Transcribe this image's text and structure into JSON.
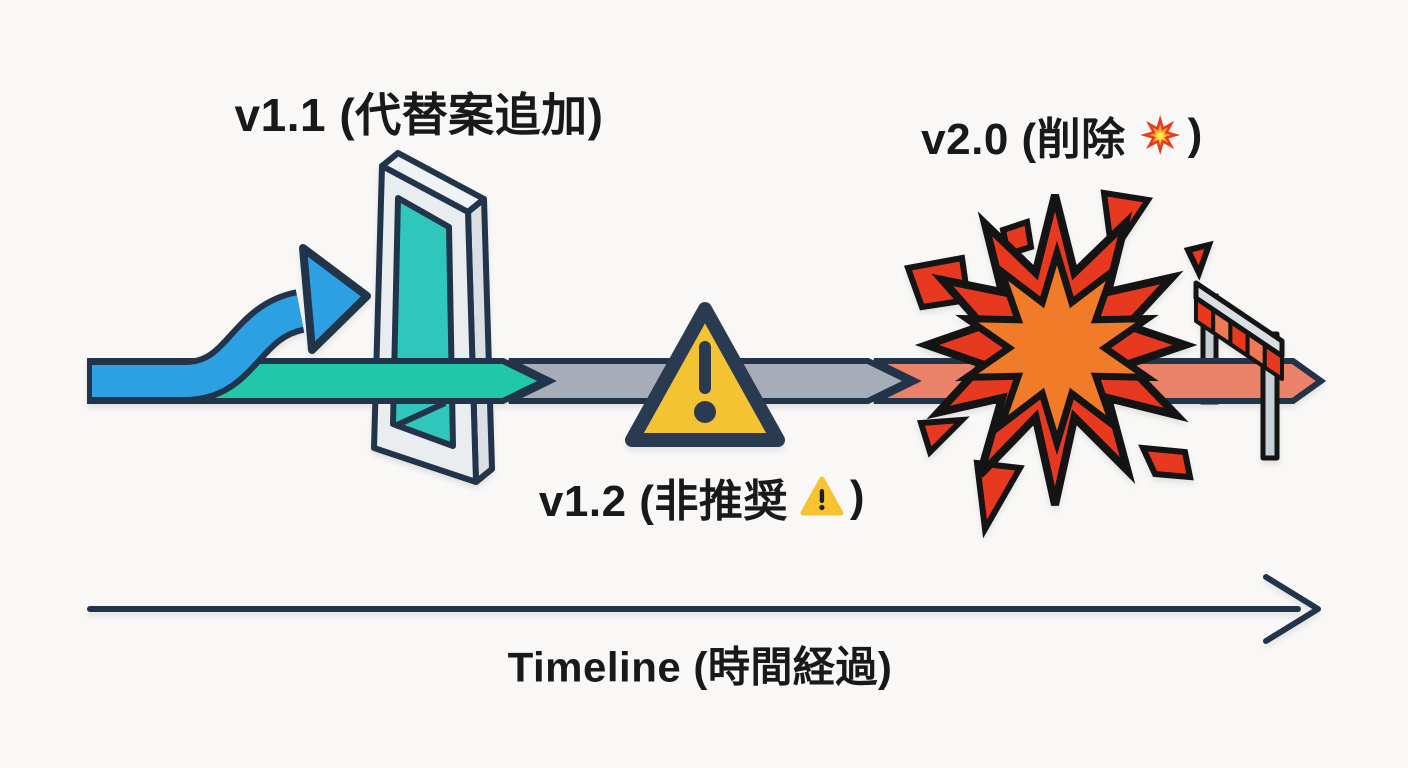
{
  "diagram": {
    "labels": {
      "v11": "v1.1 (代替案追加)",
      "v12_before": "v1.2 (非推奨",
      "v12_emoji": "⚠️",
      "v12_after": ")",
      "v20_before": "v2.0 (削除",
      "v20_emoji": "💥",
      "v20_after": ")",
      "timeline": "Timeline (時間経過)"
    },
    "stages": [
      {
        "version": "v1.1",
        "note": "代替案追加",
        "segment_color": "#22c6a9"
      },
      {
        "version": "v1.2",
        "note": "非推奨",
        "segment_color": "#a6acb8"
      },
      {
        "version": "v2.0",
        "note": "削除",
        "segment_color": "#e98268"
      }
    ],
    "icons": [
      "blue-bypass-arrow-icon",
      "door-frame-icon",
      "warning-triangle-icon",
      "explosion-burst-icon",
      "hurdle-barrier-icon",
      "timeline-axis-arrow",
      "warning-emoji-icon",
      "collision-emoji-icon"
    ],
    "colors": {
      "background": "#f9f8f6",
      "outline_navy": "#22344a",
      "outline_black": "#141414",
      "blue_arrow": "#2d9fe3",
      "teal_segment": "#22c6a9",
      "door_glass_teal": "#2fc7bc",
      "gray_segment": "#a6acb8",
      "salmon_segment": "#e98268",
      "explosion_red": "#e6391f",
      "explosion_orange": "#f07b28",
      "warning_yellow": "#f3c333",
      "frame_white": "#e9edef",
      "text": "#191919"
    }
  }
}
